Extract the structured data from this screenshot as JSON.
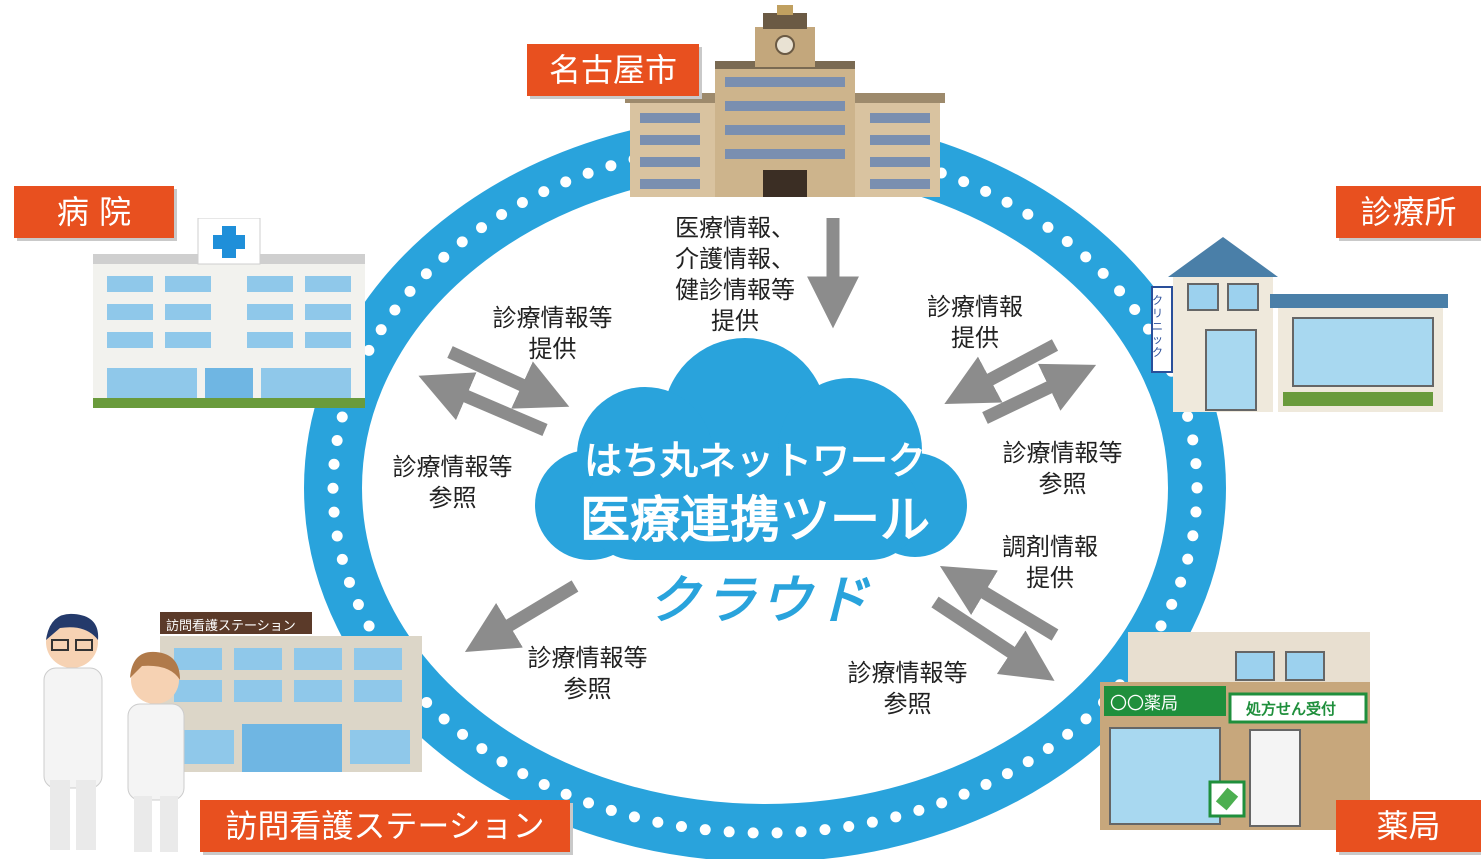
{
  "labels": {
    "nagoya": "名古屋市",
    "hospital": "病 院",
    "clinic": "診療所",
    "nursing": "訪問看護ステーション",
    "pharmacy": "薬局"
  },
  "cloud": {
    "line1": "はち丸ネットワーク",
    "line2": "医療連携ツール",
    "word": "クラウド"
  },
  "flows": {
    "city_provide": [
      "医療情報、",
      "介護情報、",
      "健診情報等",
      "提供"
    ],
    "hospital_provide": [
      "診療情報等",
      "提供"
    ],
    "hospital_refer": [
      "診療情報等",
      "参照"
    ],
    "clinic_provide": [
      "診療情報",
      "提供"
    ],
    "clinic_refer": [
      "診療情報等",
      "参照"
    ],
    "pharmacy_provide": [
      "調剤情報",
      "提供"
    ],
    "pharmacy_refer": [
      "診療情報等",
      "参照"
    ],
    "nursing_refer": [
      "診療情報等",
      "参照"
    ]
  },
  "signs": {
    "nursing_sign": "訪問看護ステーション",
    "pharmacy_sign": "〇〇薬局",
    "prescription_sign": "処方せん受付",
    "clinic_sign": "クリニック"
  },
  "colors": {
    "ring": "#29a3dc",
    "label_bg": "#e8501f",
    "arrow": "#8c8c8c"
  }
}
